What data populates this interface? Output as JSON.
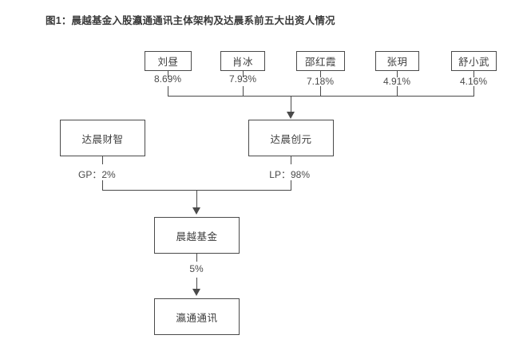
{
  "figure": {
    "title": "图1：晨越基金入股瀛通通讯主体架构及达晨系前五大出资人情况"
  },
  "colors": {
    "border": "#4a4a4a",
    "text": "#3d3d3d",
    "label": "#4a4a4a",
    "background": "#ffffff"
  },
  "chart_data": {
    "type": "diagram",
    "title": "图1：晨越基金入股瀛通通讯主体架构及达晨系前五大出资人情况",
    "nodes": [
      {
        "id": "liuzhou",
        "label": "刘昼",
        "tier": "shareholder"
      },
      {
        "id": "xiaobing",
        "label": "肖冰",
        "tier": "shareholder"
      },
      {
        "id": "shaohongxia",
        "label": "邵红霞",
        "tier": "shareholder"
      },
      {
        "id": "zhangyue",
        "label": "张玥",
        "tier": "shareholder"
      },
      {
        "id": "shuxiaowu",
        "label": "舒小武",
        "tier": "shareholder"
      },
      {
        "id": "dachencaizhi",
        "label": "达晨财智",
        "tier": "entity"
      },
      {
        "id": "dachenchuangyuan",
        "label": "达晨创元",
        "tier": "entity"
      },
      {
        "id": "chenyuejijin",
        "label": "晨越基金",
        "tier": "fund"
      },
      {
        "id": "yingtong",
        "label": "瀛通通讯",
        "tier": "listed"
      }
    ],
    "edges": [
      {
        "from": "liuzhou",
        "to": "dachenchuangyuan",
        "label": "8.69%"
      },
      {
        "from": "xiaobing",
        "to": "dachenchuangyuan",
        "label": "7.93%"
      },
      {
        "from": "shaohongxia",
        "to": "dachenchuangyuan",
        "label": "7.18%"
      },
      {
        "from": "zhangyue",
        "to": "dachenchuangyuan",
        "label": "4.91%"
      },
      {
        "from": "shuxiaowu",
        "to": "dachenchuangyuan",
        "label": "4.16%"
      },
      {
        "from": "dachencaizhi",
        "to": "chenyuejijin",
        "label": "GP：2%"
      },
      {
        "from": "dachenchuangyuan",
        "to": "chenyuejijin",
        "label": "LP：98%"
      },
      {
        "from": "chenyuejijin",
        "to": "yingtong",
        "label": "5%"
      }
    ]
  },
  "shareholders": [
    {
      "name": "刘昼",
      "percent": "8.69%"
    },
    {
      "name": "肖冰",
      "percent": "7.93%"
    },
    {
      "name": "邵红霞",
      "percent": "7.18%"
    },
    {
      "name": "张玥",
      "percent": "4.91%"
    },
    {
      "name": "舒小武",
      "percent": "4.16%"
    }
  ],
  "entities": {
    "caizhi": "达晨财智",
    "chuangyuan": "达晨创元",
    "fund": "晨越基金",
    "listed": "瀛通通讯"
  },
  "edge_labels": {
    "gp": "GP：2%",
    "lp": "LP：98%",
    "stake": "5%"
  }
}
